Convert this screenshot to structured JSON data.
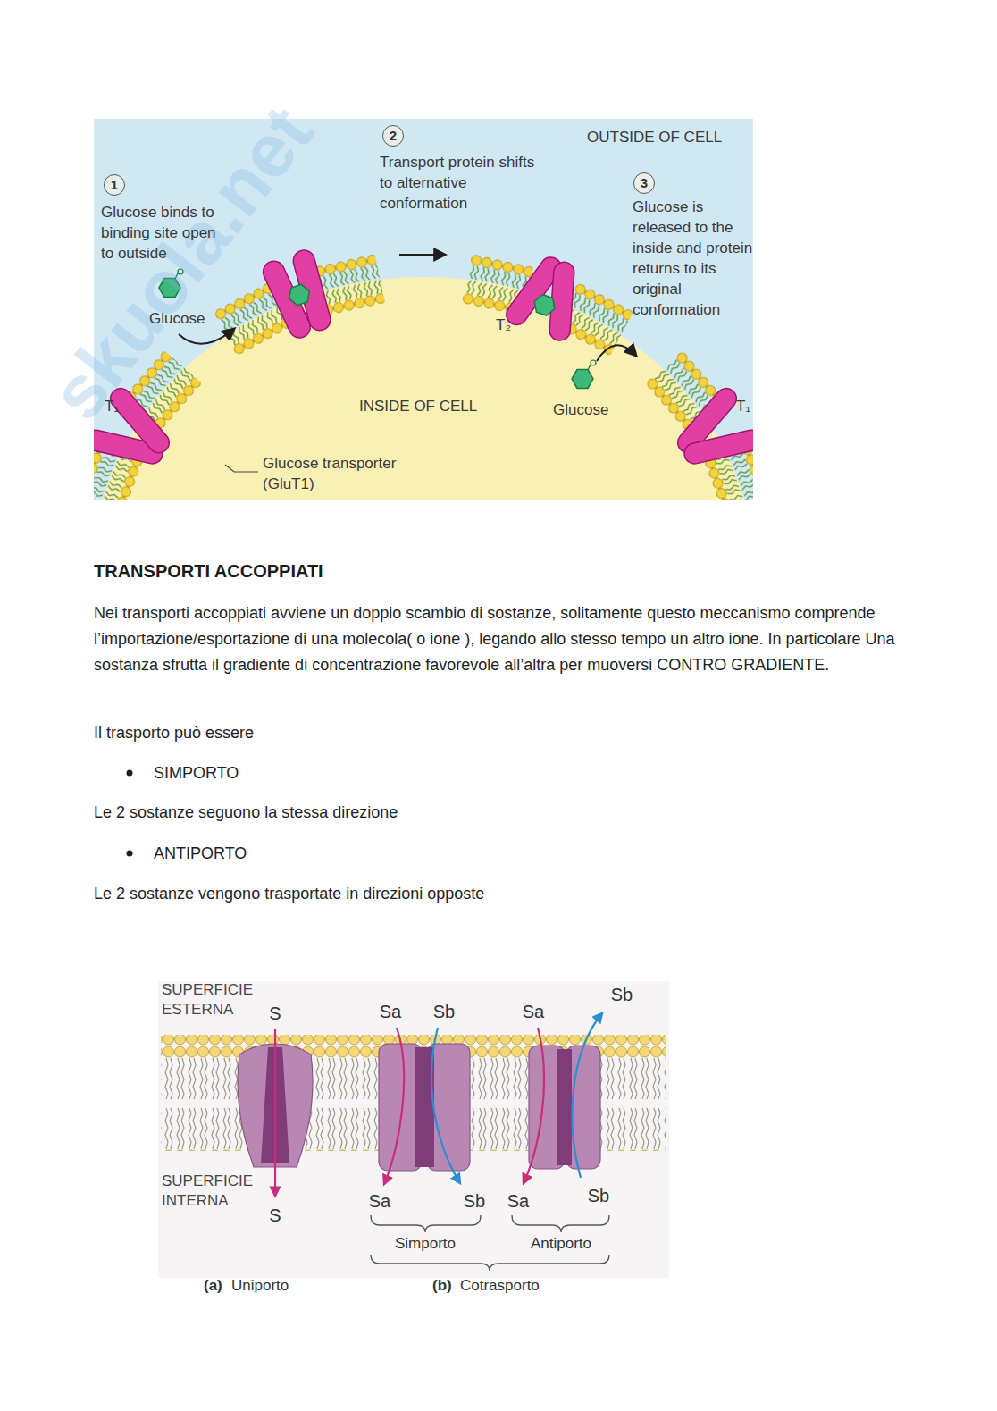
{
  "diagram": {
    "title": "TRANSPORTI ACCOPPIATI",
    "nodes": [
      {
        "text": [
          "1"
        ]
      },
      {
        "text": [
          "2"
        ]
      },
      {
        "text": [
          "3"
        ]
      }
    ],
    "labels": [
      "Transport protein shifts to alternative conformation",
      "OUTSIDE OF CELL",
      "Glucose binds to binding site open to outside",
      "Glucose is released to the inside and protein returns to its original conformation",
      "Glucose",
      "T₂",
      "INSIDE OF CELL",
      "Glucose",
      "T₁",
      "T₁",
      "Glucose transporter (GluT1)",
      "Nei transporti accoppiati avviene un doppio scambio di sostanze, solitamente questo meccanismo comprende l’importazione/esportazione di una molecola( o ione ), legando allo stesso tempo un altro ione. In particolare Una sostanza sfrutta il gradiente di concentrazione favorevole all’altra per muoversi CONTRO GRADIENTE.",
      "Il trasporto può essere",
      "SIMPORTO",
      "Le 2 sostanze seguono la stessa direzione",
      "ANTIPORTO",
      "Le 2 sostanze vengono trasportate in direzioni opposte",
      "SUPERFICIE ESTERNA",
      "S",
      "Sa",
      "Sb",
      "Sa",
      "Sb",
      "SUPERFICIE INTERNA",
      "S",
      "Sa",
      "Sb",
      "Sa",
      "Sb",
      "Simporto",
      "Antiporto",
      "(a)",
      "Uniporto",
      "(b)",
      "Cotrasporto",
      "skuola.net"
    ]
  }
}
